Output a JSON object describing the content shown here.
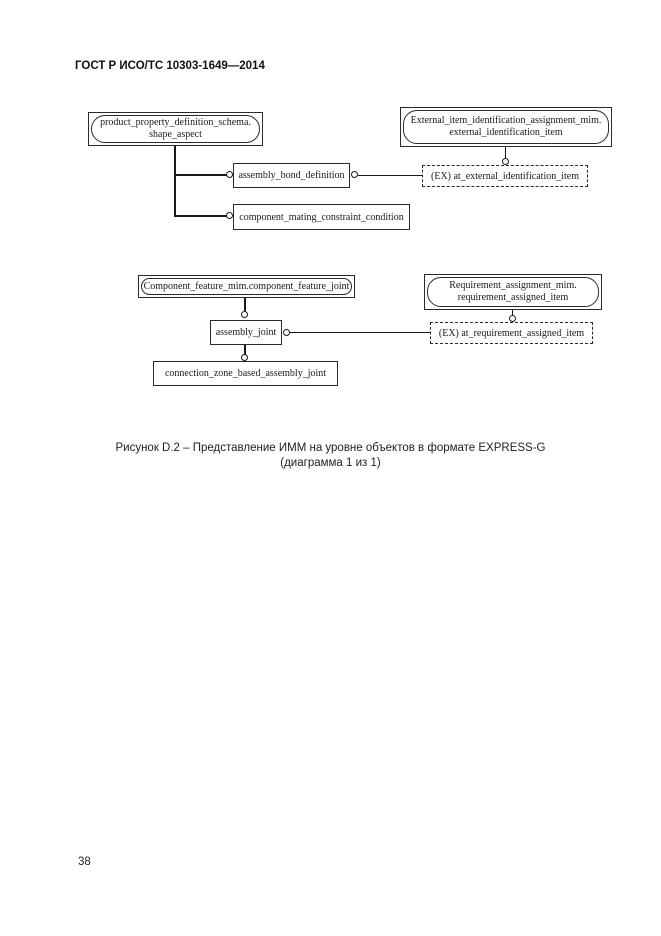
{
  "page": {
    "header": "ГОСТ Р ИСО/ТС 10303-1649—2014",
    "page_number": "38",
    "caption_line1": "Рисунок  D.2 – Представление ИММ на уровне объектов в формате EXPRESS-G",
    "caption_line2": "(диаграмма 1 из 1)"
  },
  "diagram": {
    "schema_refs": [
      {
        "line1": "product_property_definition_schema.",
        "line2": "shape_aspect"
      },
      {
        "line1": "External_item_identification_assignment_mim.",
        "line2": "external_identification_item"
      },
      {
        "line1": "Component_feature_mim.component_feature_joint",
        "line2": ""
      },
      {
        "line1": "Requirement_assignment_mim.",
        "line2": "requirement_assigned_item"
      }
    ],
    "entities": [
      {
        "label": "assembly_bond_definition"
      },
      {
        "label": "component_mating_constraint_condition"
      },
      {
        "label": "assembly_joint"
      },
      {
        "label": "connection_zone_based_assembly_joint"
      }
    ],
    "attributes": [
      {
        "label": "(EX) at_external_identification_item"
      },
      {
        "label": "(EX) at_requirement_assigned_item"
      }
    ]
  }
}
